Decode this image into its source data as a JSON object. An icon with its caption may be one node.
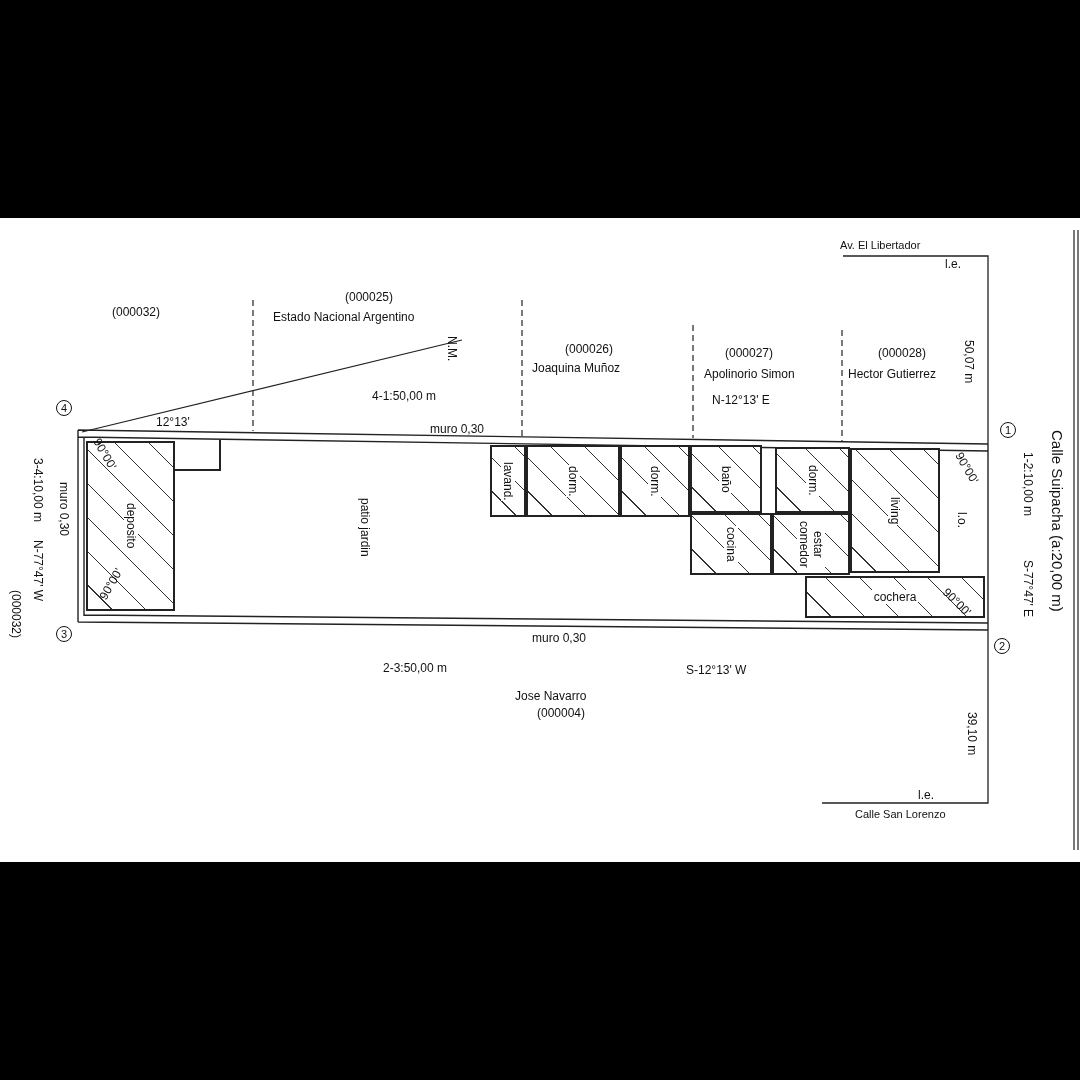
{
  "diagram": {
    "nodes": [
      {
        "text": [
          "deposito"
        ]
      },
      {
        "text": [
          "patio jardin"
        ]
      },
      {
        "text": [
          "lavand."
        ]
      },
      {
        "text": [
          "dorm."
        ]
      },
      {
        "text": [
          "dorm."
        ]
      },
      {
        "text": [
          "baño"
        ]
      },
      {
        "text": [
          "dorm."
        ]
      },
      {
        "text": [
          "living"
        ]
      },
      {
        "text": [
          "cocina"
        ]
      },
      {
        "text": [
          "estar comedor"
        ]
      },
      {
        "text": [
          "cochera"
        ]
      },
      {
        "text": [
          "4"
        ]
      },
      {
        "text": [
          "1"
        ]
      },
      {
        "text": [
          "3"
        ]
      },
      {
        "text": [
          "2"
        ]
      }
    ],
    "labels": [
      "Av. El Libertador",
      "l.e.",
      "50,07 m",
      "(000032)",
      "(000025)",
      "Estado Nacional Argentino",
      "N.M.",
      "4-1:50,00 m",
      "12°13'",
      "(000026)",
      "Joaquina Muñoz",
      "(000027)",
      "Apolinorio Simon",
      "N-12°13' E",
      "(000028)",
      "Hector Gutierrez",
      "muro 0,30",
      "90°00'",
      "l.o.",
      "1-2:10,00 m",
      "S-77°47' E",
      "Calle Suipacha (a:20,00 m)",
      "3-4:10,00 m",
      "N-77°47' W",
      "muro 0,30",
      "(000032)",
      "90°00'",
      "90°00'",
      "90°00'",
      "muro 0,30",
      "2-3:50,00 m",
      "S-12°13' W",
      "Jose Navarro",
      "(000004)",
      "39,10 m",
      "l.e.",
      "Calle San Lorenzo"
    ]
  }
}
